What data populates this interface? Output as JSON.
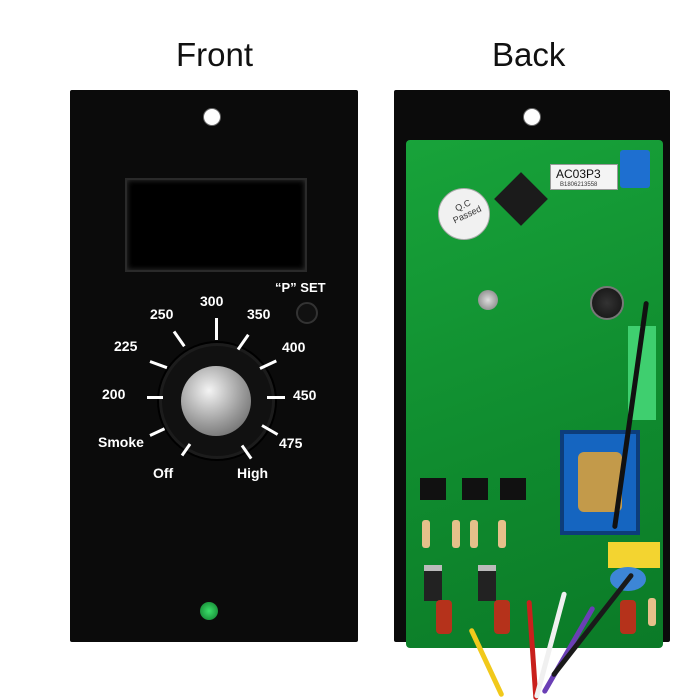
{
  "headings": {
    "front": "Front",
    "back": "Back"
  },
  "front": {
    "pset_label": "“P” SET",
    "dial_labels": [
      "200",
      "225",
      "250",
      "300",
      "350",
      "400",
      "450",
      "475",
      "High",
      "Off",
      "Smoke"
    ]
  },
  "back": {
    "chip_label": "AC03P3",
    "chip_sublabel": "B1806213558",
    "qc_sticker": "Q.C Passed"
  },
  "colors": {
    "plate": "#0b0b0b",
    "pcb": "#0f8a2e",
    "led": "#3ce06a",
    "transformer": "#1565c0"
  }
}
